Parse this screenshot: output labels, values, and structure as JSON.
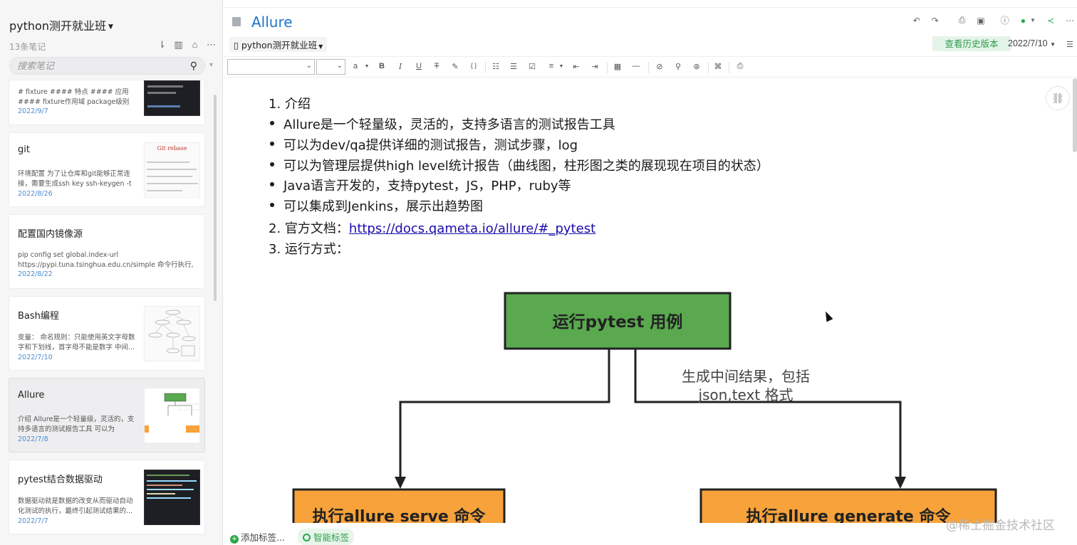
{
  "sidebar": {
    "notebook_title": "python测开就业班",
    "note_count": "13条笔记",
    "search_placeholder": "搜索笔记",
    "notes": [
      {
        "title": "",
        "snippet": "# fixture #### 特点 #### 应用 #### fixture作用域 package级别还不支持...",
        "date": "2022/9/7"
      },
      {
        "title": "git",
        "snippet": "环境配置 为了让仓库和git能够正常连接，需要生成ssh key ssh-keygen -t r...",
        "date": "2022/8/26",
        "thumb_caption": "Git rebase"
      },
      {
        "title": "配置国内镜像源",
        "snippet": "pip config set global.index-url https://pypi.tuna.tsinghua.edu.cn/simple 命令行执行, ...",
        "date": "2022/8/22"
      },
      {
        "title": "Bash编程",
        "snippet": "变量： 命名规则：只能使用英文字母数字和下划线，首字母不能是数字 中间...",
        "date": "2022/7/10"
      },
      {
        "title": "Allure",
        "snippet": "介绍 Allure是一个轻量级，灵活的，支持多语言的测试报告工具 可以为dev/...",
        "date": "2022/7/8"
      },
      {
        "title": "pytest结合数据驱动",
        "snippet": "数据驱动就是数据的改变从而驱动自动化测试的执行，最终引起测试结果的...",
        "date": "2022/7/7"
      }
    ]
  },
  "editor": {
    "title": "Allure",
    "notebook_chip": "python测开就业班",
    "history_button": "查看历史版本",
    "date": "2022/7/10",
    "toolbar": {
      "font_letter": "a"
    },
    "content": {
      "item1": "1. 介绍",
      "bullets": [
        "Allure是一个轻量级，灵活的，支持多语言的测试报告工具",
        "可以为dev/qa提供详细的测试报告，测试步骤，log",
        "可以为管理层提供high level统计报告（曲线图，柱形图之类的展现现在项目的状态）",
        "Java语言开发的，支持pytest，JS，PHP，ruby等",
        "可以集成到Jenkins，展示出趋势图"
      ],
      "item2_label": "2. 官方文档：",
      "item2_link": "https://docs.qameta.io/allure/#_pytest",
      "item3": "3. 运行方式："
    },
    "flowchart": {
      "top_box": "运行pytest 用例",
      "edge_label_line1": "生成中间结果，包括",
      "edge_label_line2": "json,text 格式",
      "left_box": "执行allure serve 命令",
      "right_box": "执行allure generate 命令"
    }
  },
  "bottom": {
    "add_tag": "添加标签...",
    "smart_tag": "智能标签"
  },
  "watermark": "@稀土掘金技术社区",
  "colors": {
    "accent_blue": "#1e76c8",
    "green": "#2a9d4a",
    "flow_green": "#5aa94f",
    "flow_orange": "#f7a23a"
  }
}
